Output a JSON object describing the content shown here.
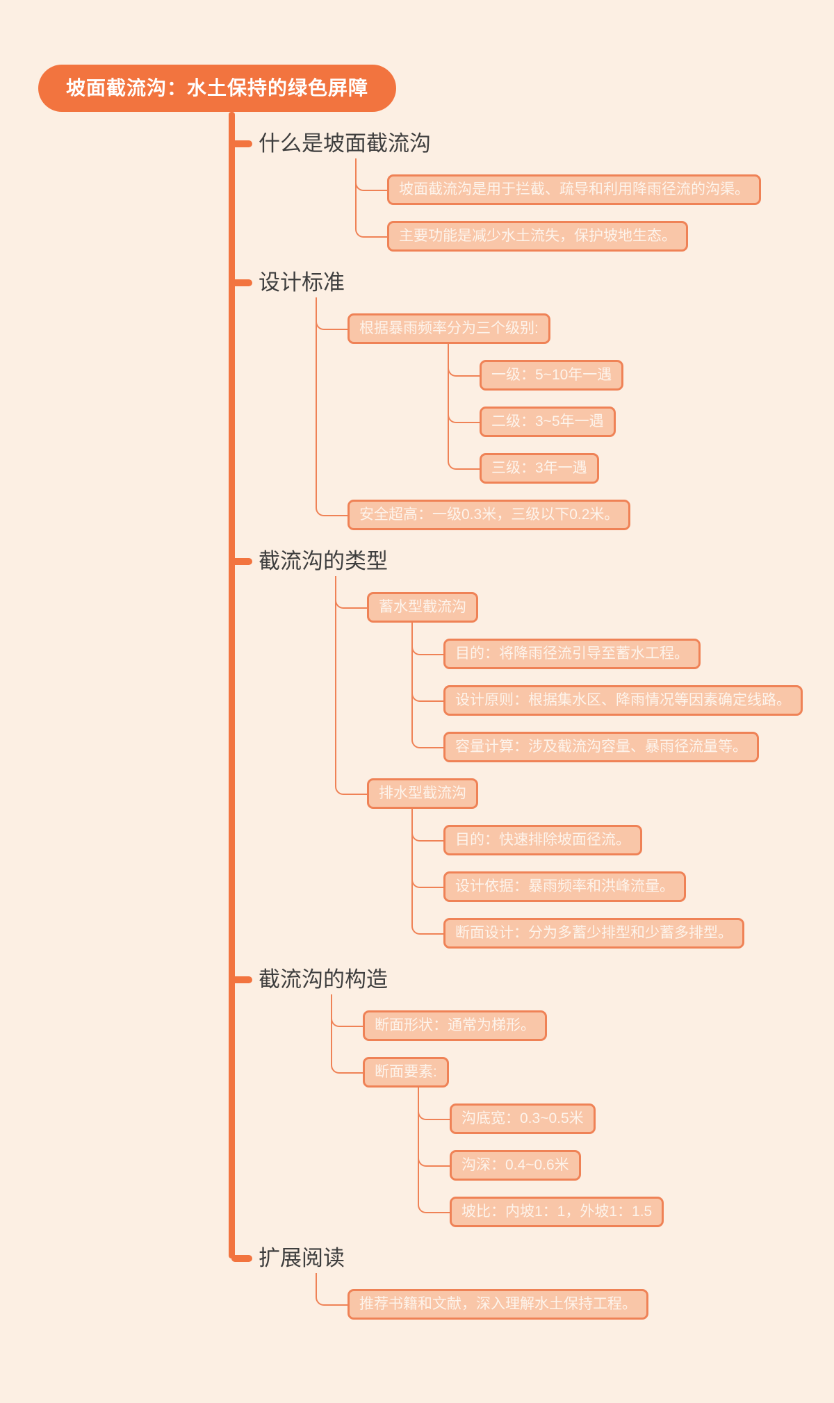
{
  "colors": {
    "accent": "#f2743f",
    "branch_line": "#ef8256",
    "node_fill": "#f9c6a8",
    "node_text": "#fdf4ec",
    "background": "#fcefe3",
    "heading_text": "#3e3e3e"
  },
  "root": {
    "label": "坡面截流沟：水土保持的绿色屏障"
  },
  "branches": [
    {
      "label": "什么是坡面截流沟",
      "children": [
        {
          "label": "坡面截流沟是用于拦截、疏导和利用降雨径流的沟渠。"
        },
        {
          "label": "主要功能是减少水土流失，保护坡地生态。"
        }
      ]
    },
    {
      "label": "设计标准",
      "children": [
        {
          "label": "根据暴雨频率分为三个级别:",
          "children": [
            {
              "label": "一级：5~10年一遇"
            },
            {
              "label": "二级：3~5年一遇"
            },
            {
              "label": "三级：3年一遇"
            }
          ]
        },
        {
          "label": "安全超高：一级0.3米，三级以下0.2米。"
        }
      ]
    },
    {
      "label": "截流沟的类型",
      "children": [
        {
          "label": "蓄水型截流沟",
          "children": [
            {
              "label": "目的：将降雨径流引导至蓄水工程。"
            },
            {
              "label": "设计原则：根据集水区、降雨情况等因素确定线路。"
            },
            {
              "label": "容量计算：涉及截流沟容量、暴雨径流量等。"
            }
          ]
        },
        {
          "label": "排水型截流沟",
          "children": [
            {
              "label": "目的：快速排除坡面径流。"
            },
            {
              "label": "设计依据：暴雨频率和洪峰流量。"
            },
            {
              "label": "断面设计：分为多蓄少排型和少蓄多排型。"
            }
          ]
        }
      ]
    },
    {
      "label": "截流沟的构造",
      "children": [
        {
          "label": "断面形状：通常为梯形。"
        },
        {
          "label": "断面要素:",
          "children": [
            {
              "label": "沟底宽：0.3~0.5米"
            },
            {
              "label": "沟深：0.4~0.6米"
            },
            {
              "label": "坡比：内坡1：1，外坡1：1.5"
            }
          ]
        }
      ]
    },
    {
      "label": "扩展阅读",
      "children": [
        {
          "label": "推荐书籍和文献，深入理解水土保持工程。"
        }
      ]
    }
  ]
}
